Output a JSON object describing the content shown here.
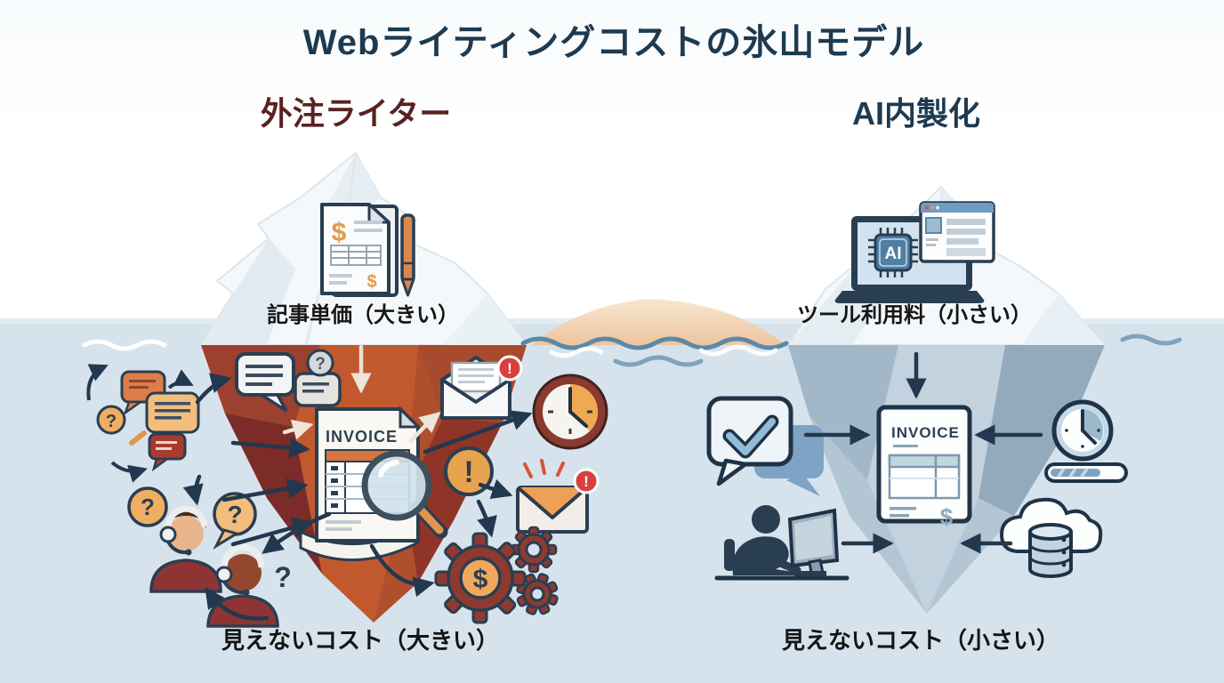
{
  "title": "Webライティングコストの氷山モデル",
  "left_section": {
    "heading": "外注ライター",
    "visible_cost_label": "記事単価（大きい）",
    "hidden_cost_label": "見えないコスト（大きい）",
    "invoice_title": "INVOICE"
  },
  "right_section": {
    "heading": "AI内製化",
    "visible_cost_label": "ツール利用料（小さい）",
    "hidden_cost_label": "見えないコスト（小さい）",
    "invoice_title": "INVOICE",
    "ai_chip_label": "AI"
  },
  "glyphs": {
    "dollar": "$",
    "question": "?",
    "exclamation": "!"
  },
  "icons": {
    "left_above_water": [
      "invoice-document-pen-icon"
    ],
    "left_below_water": [
      "chat-bubbles-cluster-icon",
      "question-circle-icon",
      "speech-bubbles-icon",
      "headset-person-icon",
      "invoice-magnifier-icon",
      "open-envelope-alert-icon",
      "deadline-clock-icon",
      "exclamation-circle-icon",
      "envelope-notification-icon",
      "gears-dollar-icon"
    ],
    "right_above_water": [
      "ai-laptop-browser-icon"
    ],
    "right_below_water": [
      "chat-check-icon",
      "invoice-icon",
      "clock-progress-icon",
      "person-computer-icon",
      "cloud-database-icon"
    ]
  },
  "colors": {
    "title_navy": "#1d3a50",
    "heading_maroon": "#5a2121",
    "water": "#d6e3ec",
    "iceberg_white": "#f5f8fa",
    "left_iceberg_orange": "#c2592e",
    "left_iceberg_maroon": "#8a3130",
    "right_iceberg_blue": "#b3c6d4",
    "arrow_navy": "#22384e",
    "alert_red": "#d84040",
    "accent_orange": "#e59a4b",
    "hill_peach": "#efc49c"
  }
}
